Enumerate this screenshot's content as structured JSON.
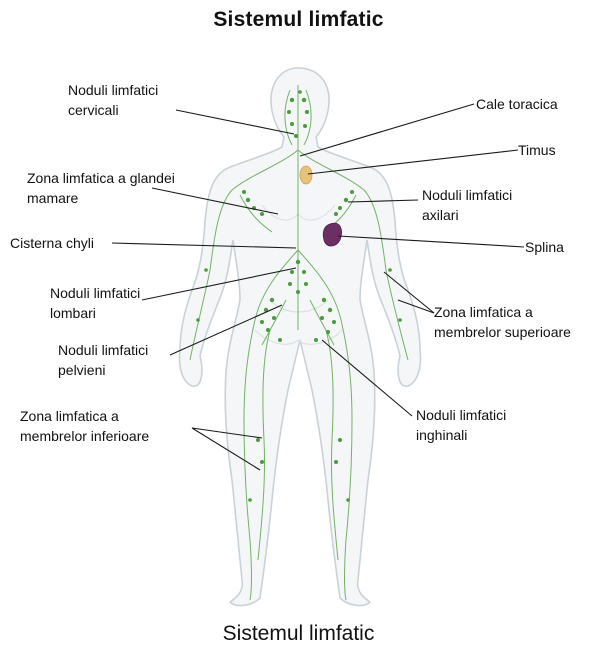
{
  "title": "Sistemul limfatic",
  "caption": "Sistemul limfatic",
  "colors": {
    "lymph": "#4b9a3c",
    "body_outline": "#c9d2d8",
    "thymus": "#e8c27a",
    "spleen": "#6b2f63"
  },
  "labels": {
    "cervical": [
      "Noduli limfatici",
      "cervicali"
    ],
    "mammary": [
      "Zona limfatica a glandei",
      "mamare"
    ],
    "chyli": [
      "Cisterna chyli"
    ],
    "lumbar": [
      "Noduli limfatici",
      "lombari"
    ],
    "pelvic": [
      "Noduli limfatici",
      "pelvieni"
    ],
    "lower_limbs": [
      "Zona limfatica a",
      "membrelor inferioare"
    ],
    "thoracic": [
      "Cale toracica"
    ],
    "thymus": [
      "Timus"
    ],
    "axillary": [
      "Noduli limfatici",
      "axilari"
    ],
    "spleen": [
      "Splina"
    ],
    "upper_limbs": [
      "Zona limfatica a",
      "membrelor superioare"
    ],
    "inguinal": [
      "Noduli limfatici",
      "inghinali"
    ]
  }
}
